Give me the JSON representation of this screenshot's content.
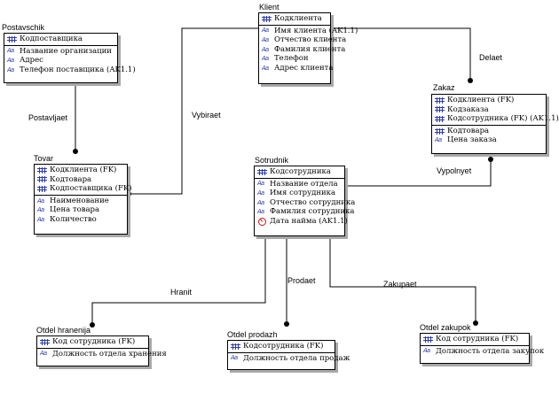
{
  "diagram": {
    "entities": {
      "postavschik": {
        "title": "Postavschik",
        "key": [
          {
            "icon": "key",
            "text": "Кодпоставщика"
          }
        ],
        "attrs": [
          {
            "icon": "text",
            "text": "Название организации"
          },
          {
            "icon": "text",
            "text": "Адрес"
          },
          {
            "icon": "text",
            "text": "Телефон поставщика (AK1.1)"
          }
        ]
      },
      "klient": {
        "title": "Klient",
        "key": [
          {
            "icon": "key",
            "text": "Кодклиента"
          }
        ],
        "attrs": [
          {
            "icon": "text",
            "text": "Имя клиента (AK1.1)"
          },
          {
            "icon": "text",
            "text": "Отчество клиента"
          },
          {
            "icon": "text",
            "text": "Фамилия клиента"
          },
          {
            "icon": "text",
            "text": "Телефон"
          },
          {
            "icon": "text",
            "text": "Адрес клиента"
          }
        ]
      },
      "zakaz": {
        "title": "Zakaz",
        "key": [
          {
            "icon": "key",
            "text": "Кодклиента (FK)"
          },
          {
            "icon": "key",
            "text": "Кодзаказа"
          },
          {
            "icon": "key",
            "text": "Кодсотрудника (FK) (AK1.1)"
          }
        ],
        "attrs": [
          {
            "icon": "key",
            "text": "Кодтовара"
          },
          {
            "icon": "text",
            "text": "Цена заказа"
          }
        ]
      },
      "tovar": {
        "title": "Tovar",
        "key": [
          {
            "icon": "key",
            "text": "Кодклиента (FK)"
          },
          {
            "icon": "key",
            "text": "Кодтовара"
          },
          {
            "icon": "key",
            "text": "Кодпоставщика (FK)"
          }
        ],
        "attrs": [
          {
            "icon": "text",
            "text": "Наименование"
          },
          {
            "icon": "text",
            "text": "Цена товара"
          },
          {
            "icon": "text",
            "text": "Количество"
          }
        ]
      },
      "sotrudnik": {
        "title": "Sotrudnik",
        "key": [
          {
            "icon": "key",
            "text": "Кодсотрудника"
          }
        ],
        "attrs": [
          {
            "icon": "text",
            "text": "Название отдела"
          },
          {
            "icon": "text",
            "text": "Имя сотрудника"
          },
          {
            "icon": "text",
            "text": "Отчество сотрудника"
          },
          {
            "icon": "text",
            "text": "Фамилия сотрудника"
          },
          {
            "icon": "date",
            "text": "Дата найма (AK1.1)"
          }
        ]
      },
      "otdel_hranenija": {
        "title": "Otdel hranenija",
        "key": [
          {
            "icon": "key",
            "text": "Код сотрудника (FK)"
          }
        ],
        "attrs": [
          {
            "icon": "text",
            "text": "Должность отдела хранения"
          }
        ]
      },
      "otdel_prodazh": {
        "title": "Otdel prodazh",
        "key": [
          {
            "icon": "key",
            "text": "Кодсотрудника (FK)"
          }
        ],
        "attrs": [
          {
            "icon": "text",
            "text": "Должность отдела продаж"
          }
        ]
      },
      "otdel_zakupok": {
        "title": "Otdel zakupok",
        "key": [
          {
            "icon": "key",
            "text": "Код сотрудника (FK)"
          }
        ],
        "attrs": [
          {
            "icon": "text",
            "text": "Должность отдела закупок"
          }
        ]
      }
    },
    "relationships": {
      "postavljaet": "Postavljaet",
      "vybiraet": "Vybiraet",
      "delaet": "Delaet",
      "vypolnyet": "Vypolnyet",
      "hranit": "Hranit",
      "prodaet": "Prodaet",
      "zakupaet": "Zakupaet"
    }
  }
}
